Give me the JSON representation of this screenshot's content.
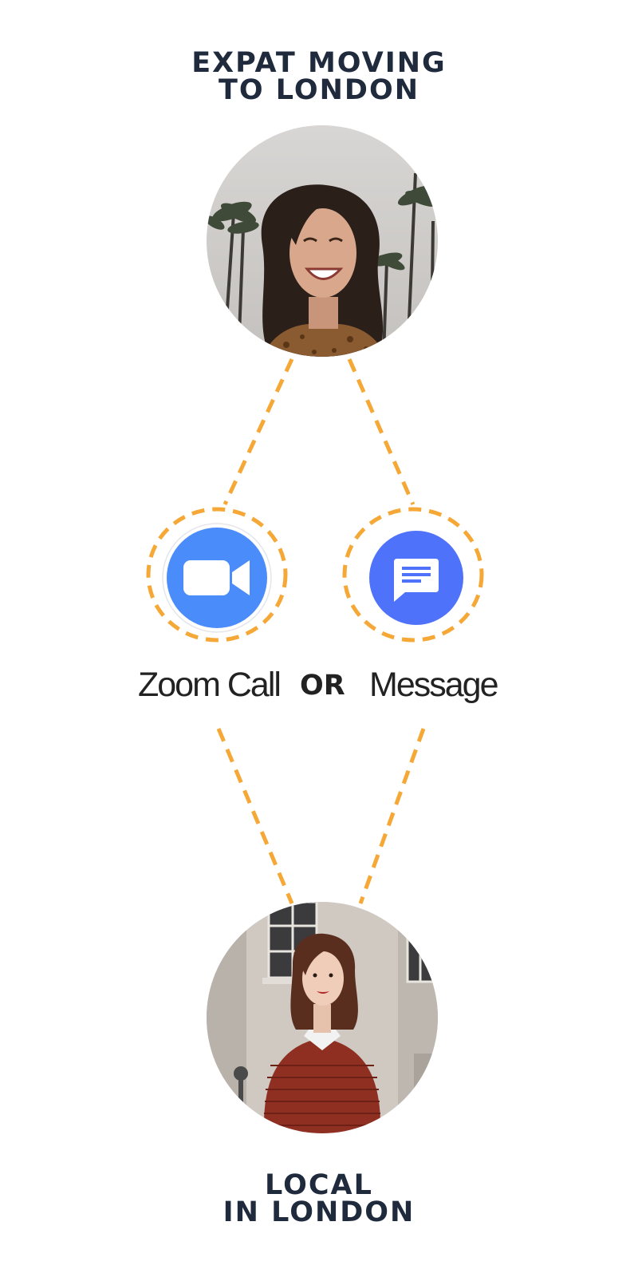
{
  "top_heading": {
    "line1": "EXPAT MOVING",
    "line2": "TO LONDON"
  },
  "bottom_heading": {
    "line1": "LOCAL",
    "line2": "IN LONDON"
  },
  "options": {
    "zoom_label": "Zoom Call",
    "separator": "OR",
    "message_label": "Message"
  },
  "icons": {
    "zoom": "video-camera-icon",
    "message": "chat-bubble-icon"
  },
  "colors": {
    "heading": "#1f2a3c",
    "connector": "#f5a836",
    "zoom_blue": "#4b8cfb",
    "message_blue": "#4f72fb",
    "label_text": "#222222"
  }
}
